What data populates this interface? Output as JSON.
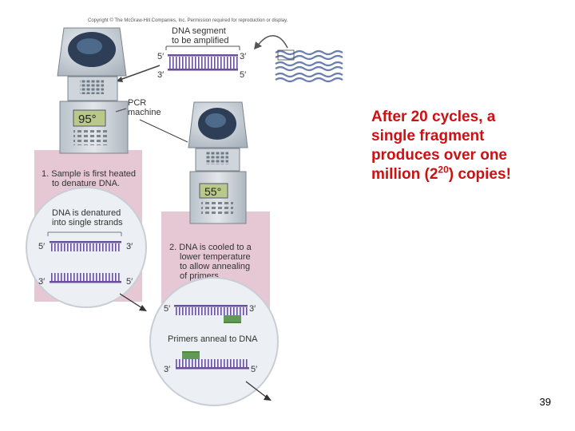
{
  "figure": {
    "copyright": "Copyright © The McGraw-Hill Companies, Inc. Permission required for reproduction or display.",
    "dna_segment_label_1": "DNA segment",
    "dna_segment_label_2": "to be amplified",
    "pcr_label_1": "PCR",
    "pcr_label_2": "machine",
    "machine1_temp": "95°",
    "machine2_temp": "55°",
    "step1_line1": "1. Sample is first heated",
    "step1_line2": "to denature DNA.",
    "denatured_line1": "DNA is denatured",
    "denatured_line2": "into single strands",
    "step2_line1": "2. DNA is cooled to a",
    "step2_line2": "lower temperature",
    "step2_line3": "to allow annealing",
    "step2_line4": "of primers.",
    "primers_label": "Primers anneal to DNA",
    "end_5": "5′",
    "end_3": "3′"
  },
  "callout": {
    "line1": "After 20 cycles, a",
    "line2": "single fragment",
    "line3": "produces over one",
    "line4_pre": "million (2",
    "line4_exp": "20",
    "line4_post": ") copies!"
  },
  "slide_number": "39",
  "colors": {
    "callout_text": "#cc1111",
    "panel_pink": "#e6c8d4",
    "strand_purple": "#6a4f9a",
    "primer_green": "#4a8a3a",
    "display_green": "#b8c98a"
  }
}
